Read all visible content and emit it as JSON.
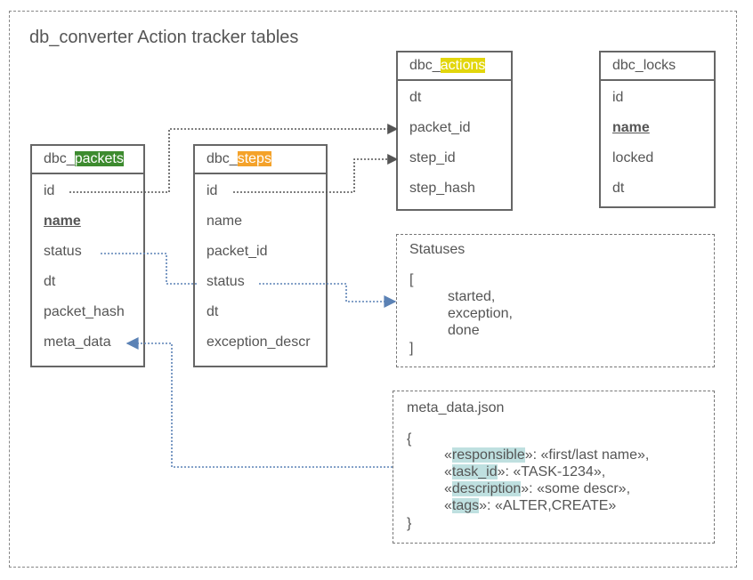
{
  "title": "db_converter Action tracker tables",
  "tables": {
    "packets": {
      "name_prefix": "dbc_",
      "name_highlight": "packets",
      "highlight_color": "#3d8b2f",
      "fields": [
        "id",
        "name",
        "status",
        "dt",
        "packet_hash",
        "meta_data"
      ]
    },
    "steps": {
      "name_prefix": "dbc_",
      "name_highlight": "steps",
      "highlight_color": "#f4a22a",
      "fields": [
        "id",
        "name",
        "packet_id",
        "status",
        "dt",
        "exception_descr"
      ]
    },
    "actions": {
      "name_prefix": "dbc_",
      "name_highlight": "actions",
      "highlight_color": "#e2d60c",
      "fields": [
        "dt",
        "packet_id",
        "step_id",
        "step_hash"
      ]
    },
    "locks": {
      "name": "dbc_locks",
      "fields": [
        "id",
        "name",
        "locked",
        "dt"
      ]
    }
  },
  "statuses": {
    "title": "Statuses",
    "open": "[",
    "items": [
      "started,",
      "exception,",
      "done"
    ],
    "close": "]"
  },
  "meta_json": {
    "title": "meta_data.json",
    "open": "{",
    "entries": [
      {
        "key": "responsible",
        "rest": "»: «first/last name»,"
      },
      {
        "key": "task_id",
        "rest": "»: «TASK-1234»,"
      },
      {
        "key": "description",
        "rest": "»: «some descr»,"
      },
      {
        "key": "tags",
        "rest": "»: «ALTER,CREATE»"
      }
    ],
    "quote_open": "«",
    "close": "}"
  },
  "colors": {
    "border": "#666666",
    "dashed_border": "#888888",
    "text": "#555555",
    "link_dark": "#555555",
    "link_blue": "#5b82b5",
    "key_highlight": "#bfe0e0"
  }
}
